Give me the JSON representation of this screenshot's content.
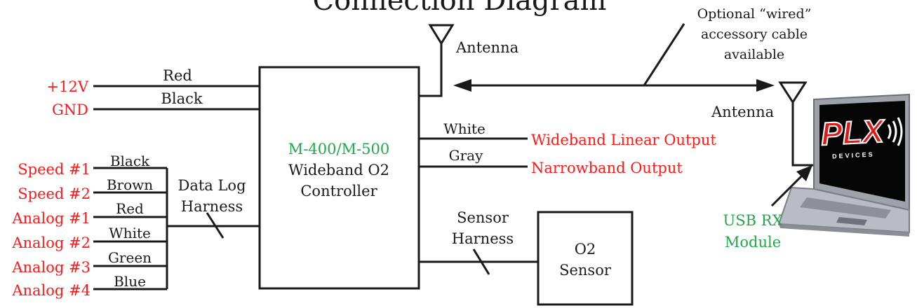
{
  "title": "Connection Diagram",
  "colors": {
    "line": "#1a1a1a",
    "red_label": "#ff1a1a",
    "green_label": "#22a84a"
  },
  "power": {
    "v12": "+12V",
    "gnd": "GND",
    "red_wire": "Red",
    "black_wire": "Black"
  },
  "controller": {
    "model": "M-400/M-500",
    "line2": "Wideband O2",
    "line3": "Controller"
  },
  "antenna_left": "Antenna",
  "antenna_right": "Antenna",
  "wired_note": {
    "line1": "Optional “wired”",
    "line2": "accessory cable",
    "line3": "available"
  },
  "outputs": {
    "white_wire": "White",
    "gray_wire": "Gray",
    "wideband": "Wideband Linear Output",
    "narrowband": "Narrowband Output"
  },
  "datalog": {
    "harness_line1": "Data Log",
    "harness_line2": "Harness",
    "inputs": [
      "Speed #1",
      "Speed #2",
      "Analog #1",
      "Analog #2",
      "Analog #3",
      "Analog #4"
    ],
    "wires": [
      "Black",
      "Brown",
      "Red",
      "White",
      "Green",
      "Blue"
    ]
  },
  "sensor": {
    "harness_line1": "Sensor",
    "harness_line2": "Harness",
    "box_line1": "O2",
    "box_line2": "Sensor"
  },
  "usb": {
    "line1": "USB RX",
    "line2": "Module"
  },
  "laptop_logo": {
    "brand": "PLX",
    "sub": "DEVICES"
  }
}
